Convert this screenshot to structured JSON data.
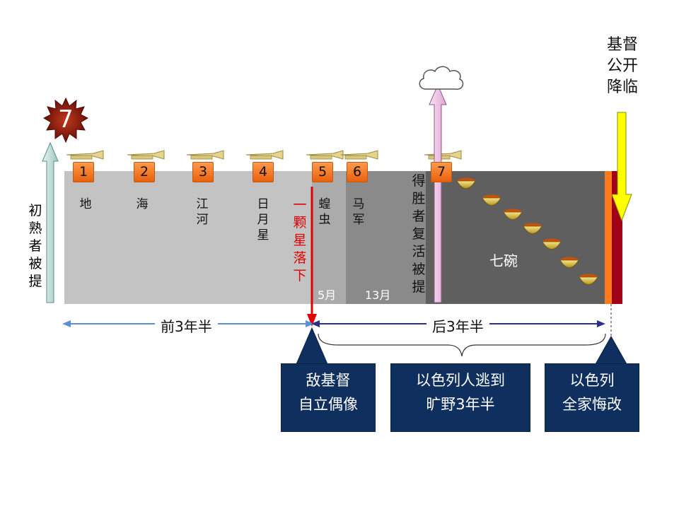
{
  "left_side": {
    "rapture_label": "初熟者被提"
  },
  "top_right": {
    "christ_return_label": "基督公开降临"
  },
  "trumpets": [
    {
      "num": "1",
      "label": "地"
    },
    {
      "num": "2",
      "label": "海"
    },
    {
      "num": "3",
      "label": "江河"
    },
    {
      "num": "4",
      "label": "日月星"
    },
    {
      "num": "5",
      "label": "蝗虫"
    },
    {
      "num": "6",
      "label": "马军"
    },
    {
      "num": "7",
      "label": ""
    }
  ],
  "seventh_seal": "7",
  "star_falls_label": "一颗星落下",
  "overcomers_label": "得胜者复活被提",
  "bowls_label": "七碗",
  "month_labels": {
    "fifth": "5月",
    "sixth": "13月"
  },
  "spans": {
    "first_half": "前3年半",
    "second_half": "后3年半"
  },
  "callouts": [
    {
      "line1": "敌基督",
      "line2": "自立偶像"
    },
    {
      "line1": "以色列人逃到",
      "line2": "旷野3年半"
    },
    {
      "line1": "以色列",
      "line2": "全家悔改"
    }
  ],
  "colors": {
    "band_light": "#c3c3c3",
    "band_mid": "#8a8a8a",
    "band_dark": "#5f5f5f",
    "flag_orange": "#f07a22",
    "arrow_red": "#e00000",
    "callout_navy": "#0f2f5e"
  }
}
